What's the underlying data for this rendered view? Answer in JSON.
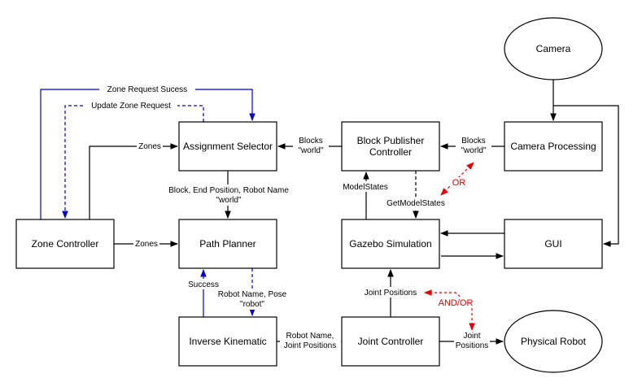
{
  "nodes": {
    "camera": "Camera",
    "camera_processing": "Camera Processing",
    "block_publisher": [
      "Block Publisher",
      "Controller"
    ],
    "assignment_selector": "Assignment Selector",
    "zone_controller": "Zone Controller",
    "path_planner": "Path Planner",
    "gazebo_simulation": "Gazebo Simulation",
    "gui": "GUI",
    "inverse_kinematic": "Inverse Kinematic",
    "joint_controller": "Joint Controller",
    "physical_robot": "Physical Robot"
  },
  "edges": {
    "zone_request_success": "Zone Request Sucess",
    "update_zone_request": "Update Zone Request",
    "zones_to_selector": "Zones",
    "zones_to_planner": "Zones",
    "blocks_world_selector": [
      "Blocks",
      "\"world\""
    ],
    "blocks_world_publisher": [
      "Blocks",
      "\"world\""
    ],
    "block_end_robot": [
      "Block, End Position, Robot Name",
      "\"world\""
    ],
    "model_states": "ModelStates",
    "get_model_states": "GetModelStates",
    "or_label": "OR",
    "success": "Success",
    "robot_name_pose": [
      "Robot Name, Pose",
      "\"robot\""
    ],
    "robot_name_joint_positions": [
      "Robot Name,",
      "Joint Positions"
    ],
    "joint_positions_up": "Joint Positions",
    "and_or_label": "AND/OR",
    "joint_positions_robot": [
      "Joint",
      "Positions"
    ]
  },
  "colors": {
    "black": "#000000",
    "blue": "#0000cc",
    "red": "#e00000"
  }
}
